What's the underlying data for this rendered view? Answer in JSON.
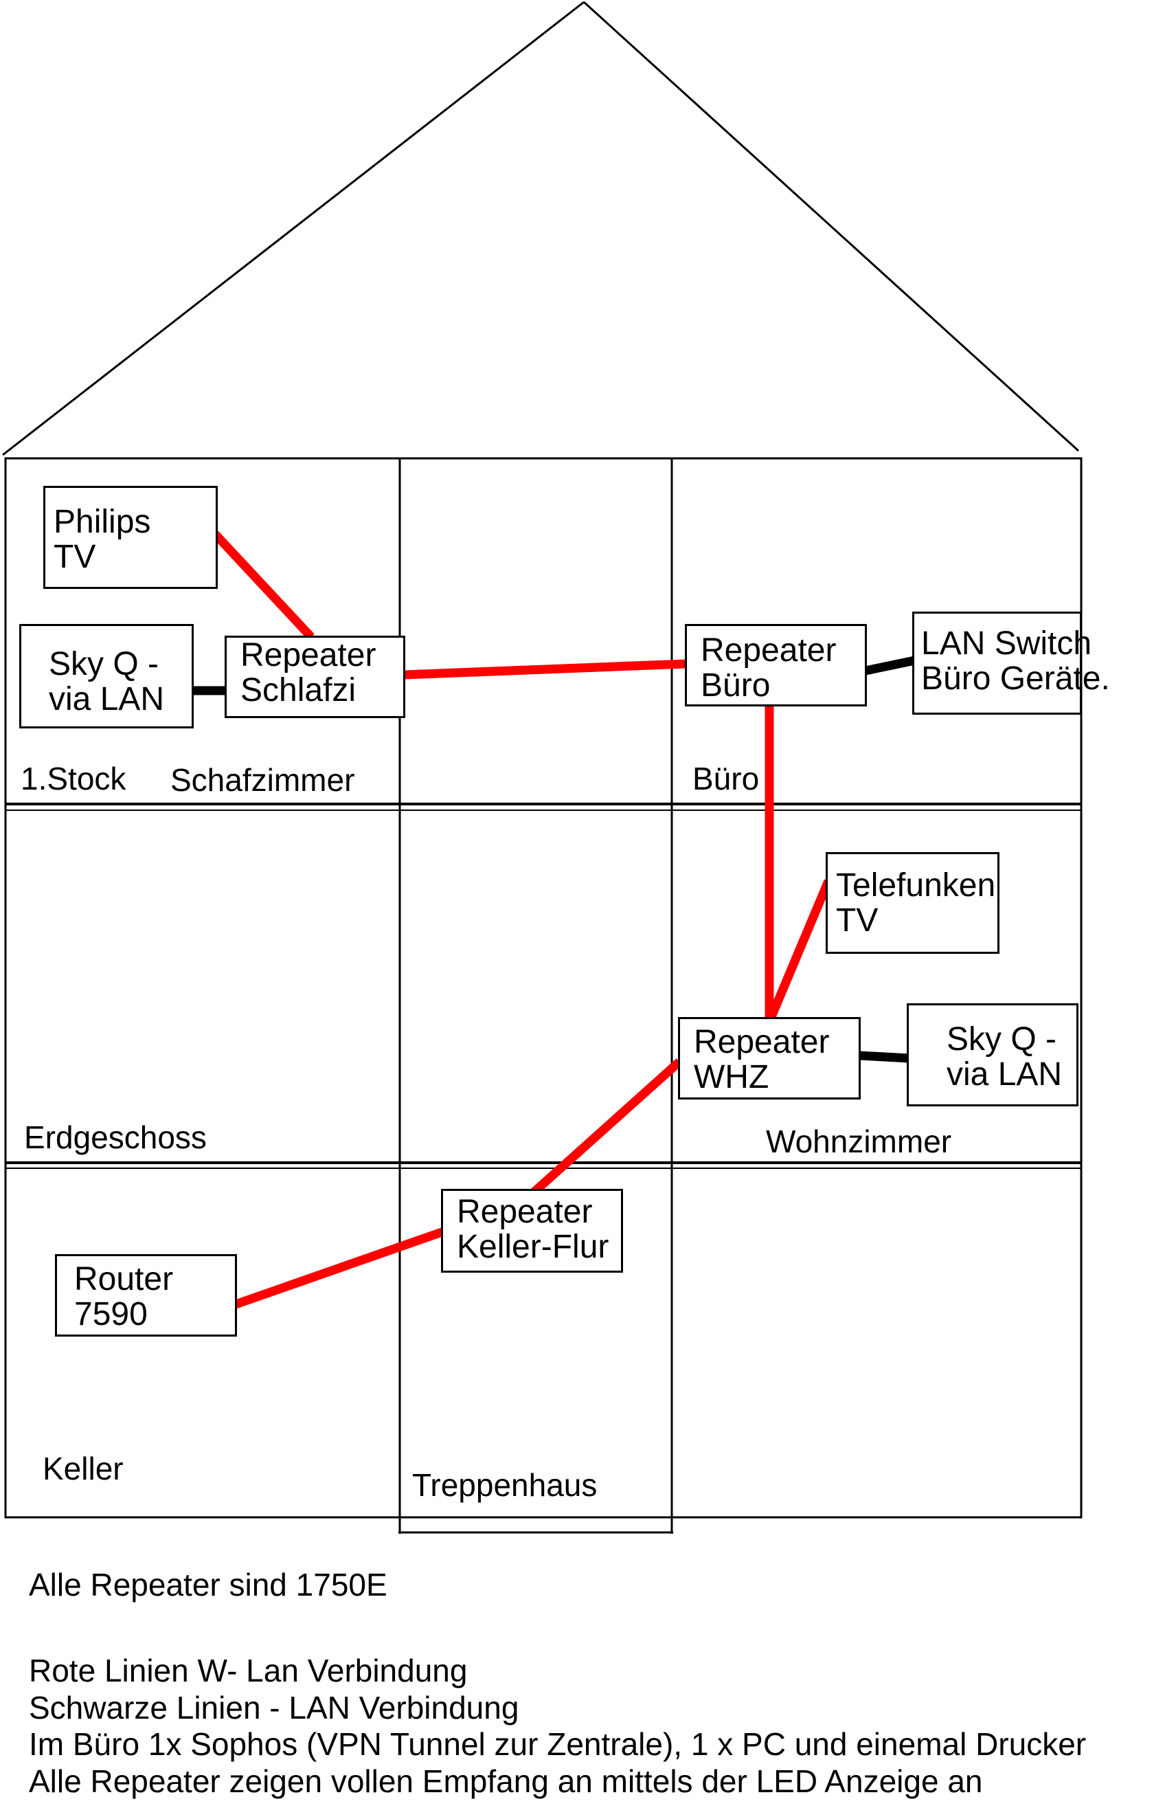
{
  "devices": {
    "philips_tv": {
      "line1": "Philips",
      "line2": "TV"
    },
    "sky_q_schlafzimmer": {
      "line1": "Sky Q -",
      "line2": "via LAN"
    },
    "repeater_schlafzi": {
      "line1": "Repeater",
      "line2": "Schlafzi"
    },
    "repeater_buero": {
      "line1": "Repeater",
      "line2": "Büro"
    },
    "lan_switch": {
      "line1": "LAN Switch",
      "line2": "Büro Geräte."
    },
    "telefunken_tv": {
      "line1": "Telefunken",
      "line2": "TV"
    },
    "repeater_whz": {
      "line1": "Repeater",
      "line2": "WHZ"
    },
    "sky_q_wohnzimmer": {
      "line1": "Sky Q -",
      "line2": "via LAN"
    },
    "repeater_keller_flur": {
      "line1": "Repeater",
      "line2": "Keller-Flur"
    },
    "router_7590": {
      "line1": "Router",
      "line2": "7590"
    }
  },
  "rooms": {
    "stock1": "1.Stock",
    "schafzimmer": "Schafzimmer",
    "buero": "Büro",
    "erdgeschoss": "Erdgeschoss",
    "wohnzimmer": "Wohnzimmer",
    "keller": "Keller",
    "treppenhaus": "Treppenhaus"
  },
  "notes": {
    "line1": "Alle Repeater sind 1750E",
    "block": [
      "Rote Linien W- Lan Verbindung",
      "Schwarze Linien - LAN Verbindung",
      "Im Büro 1x Sophos (VPN Tunnel zur Zentrale), 1 x PC und einemal Drucker",
      "Alle Repeater zeigen vollen Empfang an mittels der LED Anzeige an"
    ]
  },
  "colors": {
    "wlan_line": "#ff0000",
    "lan_line": "#000000",
    "wall_line": "#000000",
    "background": "#ffffff"
  },
  "connections": [
    {
      "from": "philips_tv",
      "to": "repeater_schlafzi",
      "type": "wlan"
    },
    {
      "from": "sky_q_schlafzimmer",
      "to": "repeater_schlafzi",
      "type": "lan"
    },
    {
      "from": "repeater_schlafzi",
      "to": "repeater_buero",
      "type": "wlan"
    },
    {
      "from": "repeater_buero",
      "to": "lan_switch",
      "type": "lan"
    },
    {
      "from": "repeater_buero",
      "to": "repeater_whz",
      "type": "wlan"
    },
    {
      "from": "repeater_whz",
      "to": "telefunken_tv",
      "type": "wlan"
    },
    {
      "from": "repeater_whz",
      "to": "sky_q_wohnzimmer",
      "type": "lan"
    },
    {
      "from": "repeater_whz",
      "to": "repeater_keller_flur",
      "type": "wlan"
    },
    {
      "from": "repeater_keller_flur",
      "to": "router_7590",
      "type": "wlan"
    }
  ]
}
